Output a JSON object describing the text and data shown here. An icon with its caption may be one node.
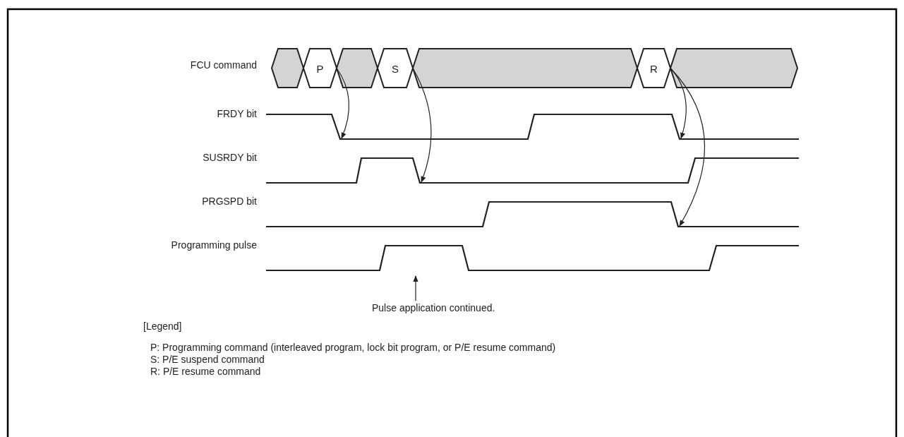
{
  "diagram": {
    "nodes": [
      {
        "text": [],
        "shape": "hexagon"
      },
      {
        "text": [
          "P"
        ]
      },
      {
        "text": [],
        "shape": "hexagon"
      },
      {
        "text": [
          "S"
        ]
      },
      {
        "text": [],
        "shape": "hexagon"
      },
      {
        "text": [
          "R"
        ]
      },
      {
        "text": [],
        "shape": "hexagon"
      },
      {
        "text": [
          "Pulse application continued."
        ]
      }
    ],
    "edges": [
      {
        "from": 1,
        "to": null,
        "arrow": "to"
      },
      {
        "from": 3,
        "to": null,
        "arrow": "to"
      },
      {
        "from": 5,
        "to": null,
        "arrow": "to"
      },
      {
        "from": 5,
        "to": null,
        "arrow": "to"
      },
      {
        "from": 7,
        "to": null,
        "arrow": "to"
      }
    ],
    "labels": [
      "FCU command",
      "FRDY bit",
      "SUSRDY bit",
      "PRGSPD bit",
      "Programming pulse",
      "[Legend]",
      "P: Programming command (interleaved program, lock bit program, or P/E resume command)",
      "S: P/E suspend command",
      "R: P/E resume command"
    ]
  }
}
